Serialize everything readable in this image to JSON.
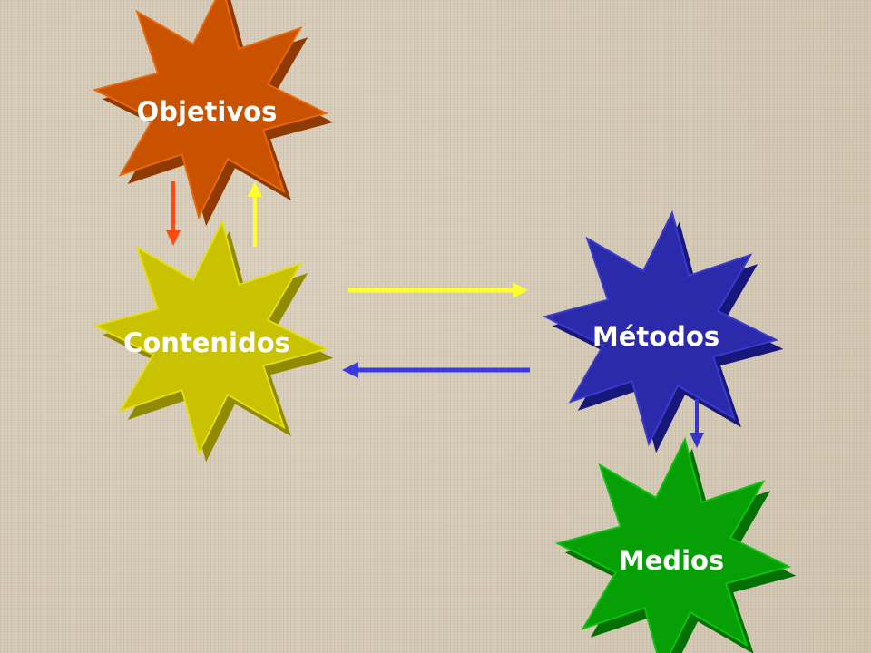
{
  "nodes": {
    "objetivos": {
      "label": "Objetivos",
      "color": "#c95200",
      "side": "#8f3a00",
      "top": "#e8680a"
    },
    "contenidos": {
      "label": "Contenidos",
      "color": "#c8c200",
      "side": "#8f8a00",
      "top": "#e4de10"
    },
    "metodos": {
      "label": "Métodos",
      "color": "#2a2aaa",
      "side": "#18187a",
      "top": "#3a3ad0"
    },
    "medios": {
      "label": "Medios",
      "color": "#06a006",
      "side": "#047004",
      "top": "#10c010"
    }
  },
  "arrows": {
    "orange": "#ff4a10",
    "yellow": "#ffff30",
    "blue": "#3a3ae0",
    "darkblue": "#3535c8"
  }
}
